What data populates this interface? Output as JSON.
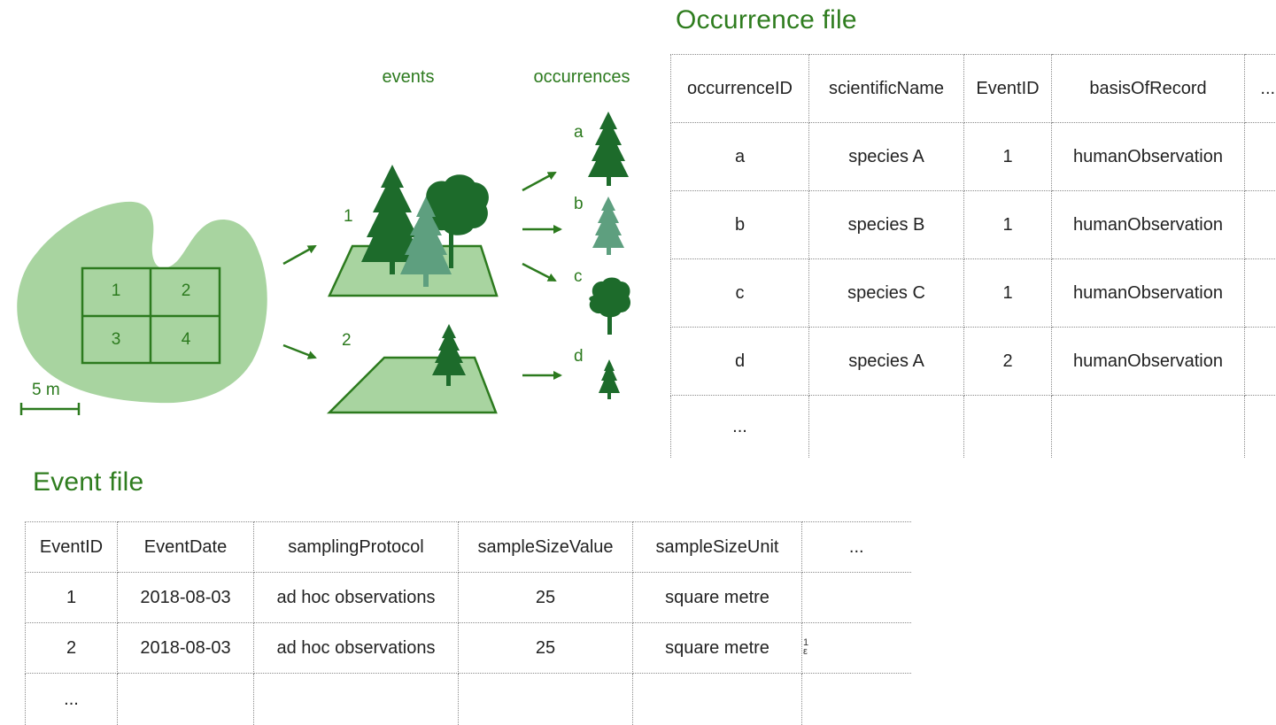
{
  "colors": {
    "title_green": "#2f7d1f",
    "area_fill": "#a8d4a0",
    "grid_stroke": "#2c7a1e",
    "dark_tree": "#1d6b2b",
    "light_tree": "#5e9f7f",
    "arrow": "#2c7a1e"
  },
  "diagram": {
    "events_label": "events",
    "occurrences_label": "occurrences",
    "plot_cells": [
      "1",
      "2",
      "3",
      "4"
    ],
    "scale_label": "5 m",
    "event_numbers": [
      "1",
      "2"
    ],
    "occurrence_letters": [
      "a",
      "b",
      "c",
      "d"
    ],
    "icons": [
      "area-blob",
      "plot-grid",
      "arrow-icon",
      "conifer-tree-icon",
      "broadleaf-tree-icon"
    ]
  },
  "occurrence_file": {
    "title": "Occurrence file",
    "headers": [
      "occurrenceID",
      "scientificName",
      "EventID",
      "basisOfRecord",
      "..."
    ],
    "rows": [
      [
        "a",
        "species A",
        "1",
        "humanObservation"
      ],
      [
        "b",
        "species B",
        "1",
        "humanObservation"
      ],
      [
        "c",
        "species C",
        "1",
        "humanObservation"
      ],
      [
        "d",
        "species A",
        "2",
        "humanObservation"
      ]
    ],
    "ellipsis_row": "..."
  },
  "event_file": {
    "title": "Event file",
    "headers": [
      "EventID",
      "EventDate",
      "samplingProtocol",
      "sampleSizeValue",
      "sampleSizeUnit",
      "..."
    ],
    "rows": [
      [
        "1",
        "2018-08-03",
        "ad hoc observations",
        "25",
        "square metre"
      ],
      [
        "2",
        "2018-08-03",
        "ad hoc observations",
        "25",
        "square metre"
      ]
    ],
    "ellipsis_row": "...",
    "stray_mark": "1\nε"
  }
}
